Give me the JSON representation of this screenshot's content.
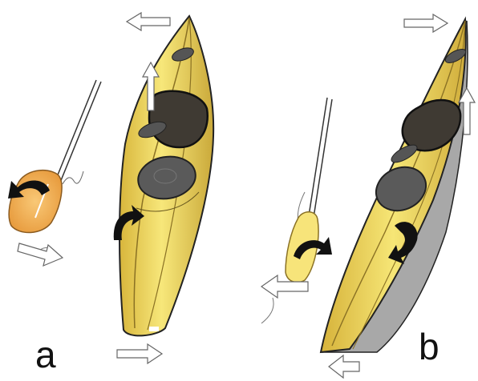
{
  "panels": [
    {
      "id": "a",
      "label": "a"
    },
    {
      "id": "b",
      "label": "b"
    }
  ],
  "colors": {
    "hull": "#f2df6a",
    "hull_dark": "#c9a93a",
    "hull_shadow": "#9c9c9c",
    "hatch": "#555555",
    "blade": "#f3b45a",
    "arrow_outline": "#666666",
    "curved_arrow": "#111111"
  },
  "icons": {
    "straight_arrow": "hollow-straight-arrow-icon",
    "curved_arrow": "curved-black-arrow-icon"
  }
}
